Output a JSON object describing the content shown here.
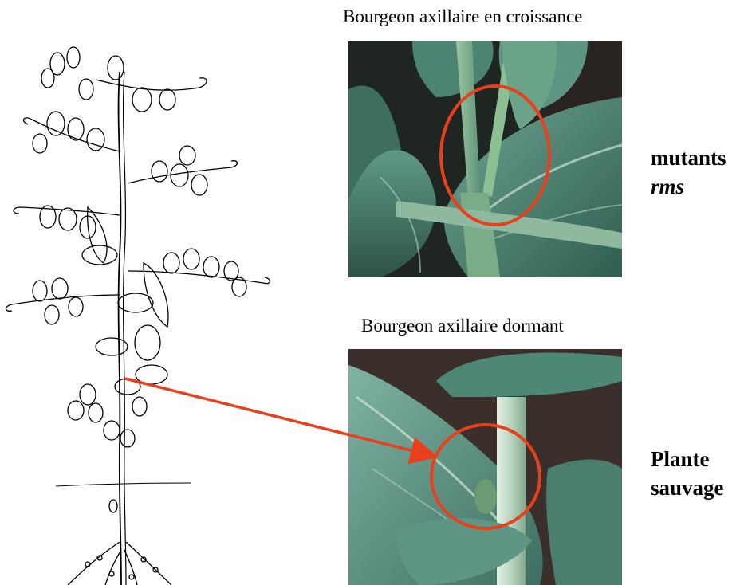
{
  "captions": {
    "top_photo": "Bourgeon axillaire en croissance",
    "bottom_photo": "Bourgeon axillaire dormant"
  },
  "labels": {
    "mutants_line1": "mutants",
    "mutants_line2": "rms",
    "wild_line1": "Plante",
    "wild_line2": "sauvage"
  },
  "colors": {
    "highlight": "#e8401c",
    "leaf_green": "#4f8a78",
    "photo_dark_bg": "#222a26"
  },
  "figures": {
    "left_drawing": "pea-plant-line-drawing",
    "top_photo": "growing-axillary-bud-photo",
    "bottom_photo": "dormant-axillary-bud-photo"
  }
}
